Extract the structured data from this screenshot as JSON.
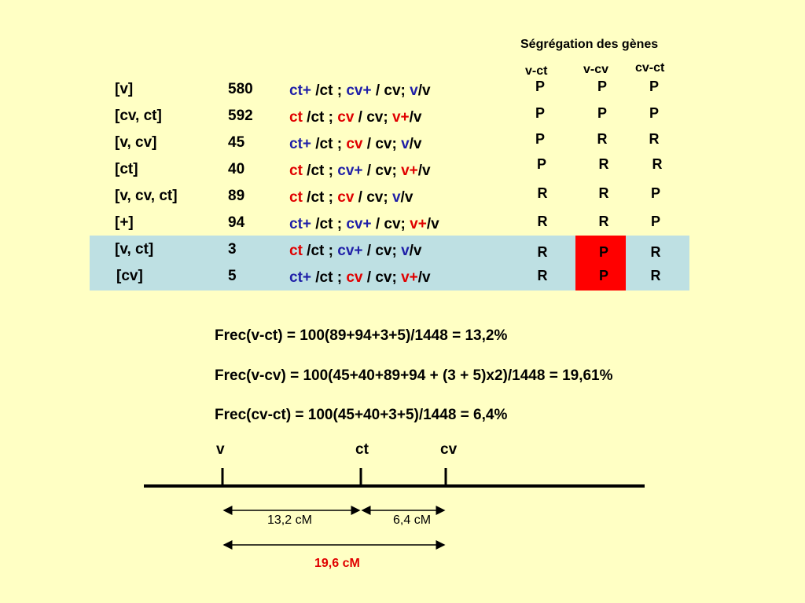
{
  "header": {
    "title": "Ségrégation des gènes",
    "columns": [
      "v-ct",
      "v-cv",
      "cv-ct"
    ]
  },
  "rows": [
    {
      "phenotype": "[v]",
      "count": "580",
      "genotype": [
        [
          "blue",
          "ct+"
        ],
        [
          "black",
          " /ct ; "
        ],
        [
          "blue",
          "cv+"
        ],
        [
          "black",
          " / cv; "
        ],
        [
          "blue",
          "v"
        ],
        [
          "black",
          "/v"
        ]
      ],
      "segregation": [
        "P",
        "P",
        "P"
      ]
    },
    {
      "phenotype": "[cv, ct]",
      "count": "592",
      "genotype": [
        [
          "red",
          "ct"
        ],
        [
          "black",
          " /ct ; "
        ],
        [
          "red",
          "cv"
        ],
        [
          "black",
          " / cv; "
        ],
        [
          "red",
          "v+"
        ],
        [
          "black",
          "/v"
        ]
      ],
      "segregation": [
        "P",
        "P",
        "P"
      ]
    },
    {
      "phenotype": "[v, cv]",
      "count": "45",
      "genotype": [
        [
          "blue",
          "ct+"
        ],
        [
          "black",
          " /ct ; "
        ],
        [
          "red",
          "cv"
        ],
        [
          "black",
          " / cv; "
        ],
        [
          "blue",
          "v"
        ],
        [
          "black",
          "/v"
        ]
      ],
      "segregation": [
        "P",
        "R",
        "R"
      ]
    },
    {
      "phenotype": "[ct]",
      "count": "40",
      "genotype": [
        [
          "red",
          "ct"
        ],
        [
          "black",
          " /ct ; "
        ],
        [
          "blue",
          "cv+"
        ],
        [
          "black",
          " / cv; "
        ],
        [
          "red",
          "v+"
        ],
        [
          "black",
          "/v"
        ]
      ],
      "segregation": [
        "P",
        "R",
        "R"
      ]
    },
    {
      "phenotype": "[v, cv, ct]",
      "count": "89",
      "genotype": [
        [
          "red",
          "ct"
        ],
        [
          "black",
          " /ct ; "
        ],
        [
          "red",
          "cv"
        ],
        [
          "black",
          " / cv; "
        ],
        [
          "blue",
          "v"
        ],
        [
          "black",
          "/v"
        ]
      ],
      "segregation": [
        "R",
        "R",
        "P"
      ]
    },
    {
      "phenotype": "[+]",
      "count": "94",
      "genotype": [
        [
          "blue",
          "ct+"
        ],
        [
          "black",
          " /ct ; "
        ],
        [
          "blue",
          "cv+"
        ],
        [
          "black",
          " / cv; "
        ],
        [
          "red",
          "v+"
        ],
        [
          "black",
          "/v"
        ]
      ],
      "segregation": [
        "R",
        "R",
        "P"
      ]
    },
    {
      "phenotype": "[v, ct]",
      "count": "3",
      "genotype": [
        [
          "red",
          "ct"
        ],
        [
          "black",
          " /ct ; "
        ],
        [
          "blue",
          "cv+"
        ],
        [
          "black",
          " / cv; "
        ],
        [
          "blue",
          "v"
        ],
        [
          "black",
          "/v"
        ]
      ],
      "segregation": [
        "R",
        "P",
        "R"
      ]
    },
    {
      "phenotype": "[cv]",
      "count": "5",
      "genotype": [
        [
          "blue",
          "ct+"
        ],
        [
          "black",
          " /ct ; "
        ],
        [
          "red",
          "cv"
        ],
        [
          "black",
          " / cv; "
        ],
        [
          "red",
          "v+"
        ],
        [
          "black",
          "/v"
        ]
      ],
      "segregation": [
        "R",
        "P",
        "R"
      ]
    }
  ],
  "formulas": [
    "Frec(v-ct) = 100(89+94+3+5)/1448 = 13,2%",
    "Frec(v-cv) = 100(45+40+89+94 + (3 + 5)x2)/1448 = 19,61%",
    "Frec(cv-ct) = 100(45+40+3+5)/1448 = 6,4%"
  ],
  "map": {
    "loci": [
      "v",
      "ct",
      "cv"
    ],
    "distances": [
      "13,2 cM",
      "6,4 cM"
    ],
    "total": "19,6 cM"
  },
  "colors": {
    "background": "#FFFFC4",
    "highlight_band": "#BEE0E3",
    "highlight_cell": "#FF0000",
    "allele_red": "#E00000",
    "allele_blue": "#1F1FA8"
  }
}
